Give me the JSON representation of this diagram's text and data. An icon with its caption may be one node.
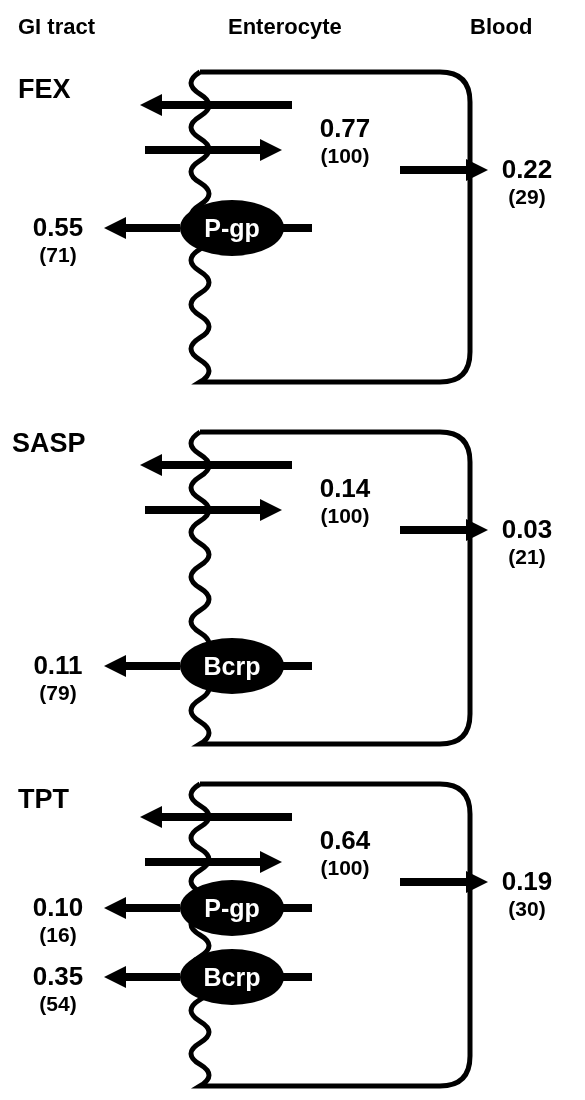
{
  "diagram": {
    "nodes": [
      {
        "text": [
          "0.77",
          "(100)"
        ]
      },
      {
        "text": [
          "0.22",
          "(29)"
        ]
      },
      {
        "text": [
          "P-gp"
        ]
      },
      {
        "text": [
          "0.55",
          "(71)"
        ]
      },
      {
        "text": [
          "0.14",
          "(100)"
        ]
      },
      {
        "text": [
          "0.03",
          "(21)"
        ]
      },
      {
        "text": [
          "Bcrp"
        ]
      },
      {
        "text": [
          "0.11",
          "(79)"
        ]
      },
      {
        "text": [
          "0.64",
          "(100)"
        ]
      },
      {
        "text": [
          "0.19",
          "(30)"
        ]
      },
      {
        "text": [
          "P-gp"
        ]
      },
      {
        "text": [
          "0.10",
          "(16)"
        ]
      },
      {
        "text": [
          "Bcrp"
        ]
      },
      {
        "text": [
          "0.35",
          "(54)"
        ]
      }
    ],
    "edges": [
      {
        "from": 0,
        "to": null,
        "arrow": "to"
      },
      {
        "from": null,
        "to": 0,
        "arrow": "to"
      },
      {
        "from": 0,
        "to": 1,
        "arrow": "to"
      },
      {
        "from": 2,
        "to": 3,
        "arrow": "to"
      },
      {
        "from": 4,
        "to": null,
        "arrow": "to"
      },
      {
        "from": null,
        "to": 4,
        "arrow": "to"
      },
      {
        "from": 4,
        "to": 5,
        "arrow": "to"
      },
      {
        "from": 6,
        "to": 7,
        "arrow": "to"
      },
      {
        "from": 8,
        "to": null,
        "arrow": "to"
      },
      {
        "from": null,
        "to": 8,
        "arrow": "to"
      },
      {
        "from": 8,
        "to": 9,
        "arrow": "to"
      },
      {
        "from": 10,
        "to": 11,
        "arrow": "to"
      },
      {
        "from": 12,
        "to": 13,
        "arrow": "to"
      }
    ],
    "labels": [
      "GI tract",
      "Enterocyte",
      "Blood",
      "FEX",
      "SASP",
      "TPT"
    ]
  }
}
